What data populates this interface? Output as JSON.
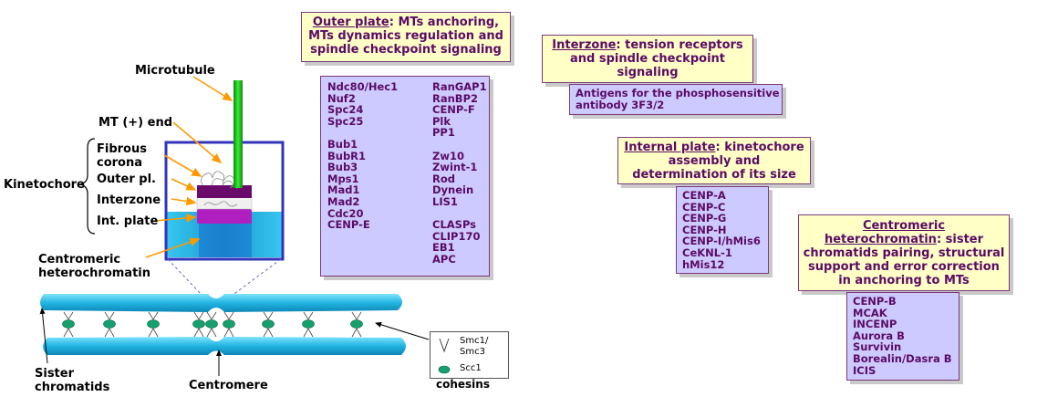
{
  "labels": {
    "microtubule": "Microtubule",
    "mt_plus_end": "MT (+) end",
    "fibrous_corona": "Fibrous\ncorona",
    "outer_pl": "Outer pl.",
    "interzone": "Interzone",
    "int_plate": "Int. plate",
    "kinetochore": "Kinetochore",
    "centromeric_heterochromatin": "Centromeric\nheterochromatin",
    "sister_chromatids": "Sister\nchromatids",
    "centromere": "Centromere"
  },
  "legend": {
    "smc": "Smc1/\nSmc3",
    "scc1": "Scc1",
    "title": "cohesins"
  },
  "outer_plate": {
    "heading": "Outer plate",
    "text": ": MTs anchoring, MTs dynamics regulation and spindle checkpoint signaling",
    "col1": [
      "Ndc80/Hec1",
      "Nuf2",
      "Spc24",
      "Spc25",
      "",
      "Bub1",
      "BubR1",
      "Bub3",
      "Mps1",
      "Mad1",
      "Mad2",
      "Cdc20",
      "CENP-E"
    ],
    "col2": [
      "RanGAP1",
      "RanBP2",
      "CENP-F",
      "Plk",
      "PP1",
      "",
      "Zw10",
      "Zwint-1",
      "Rod",
      "Dynein",
      "LIS1",
      "",
      "CLASPs",
      "CLIP170",
      "EB1",
      "APC"
    ]
  },
  "interzone": {
    "heading": "Interzone",
    "text": ": tension receptors and spindle checkpoint signaling",
    "items": [
      "Antigens for the phosphosensitive",
      "antibody 3F3/2"
    ]
  },
  "internal_plate": {
    "heading": "Internal plate",
    "text": ": kinetochore assembly and determination of its size",
    "items": [
      "CENP-A",
      "CENP-C",
      "CENP-G",
      "CENP-H",
      "CENP-I/hMis6",
      "CeKNL-1",
      "hMis12"
    ]
  },
  "centromeric": {
    "heading": "Centromeric heterochromatin",
    "text": ": sister chromatids pairing, structural support and error correction in anchoring to MTs",
    "items": [
      "CENP-B",
      "MCAK",
      "INCENP",
      "Aurora B",
      "Survivin",
      "Borealin/Dasra B",
      "ICIS"
    ]
  },
  "colors": {
    "note_bg": "#ffffc6",
    "list_bg": "#cccaff",
    "text_purple": "#5b0a66",
    "microtubule": "#22cc22",
    "chromatid": "#21b4e0",
    "box_border": "#3333bb",
    "arrow": "#ff9900"
  }
}
